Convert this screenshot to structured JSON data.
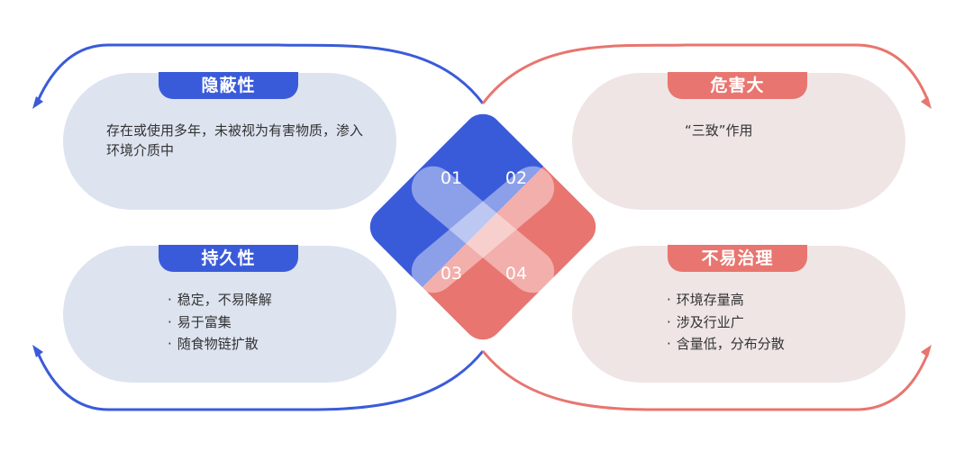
{
  "colors": {
    "blue": "#3a5bd9",
    "red": "#e8756f",
    "blue_light": "#dde3ef",
    "red_light": "#efe5e5"
  },
  "cards": [
    {
      "id": "tl",
      "title": "隐蔽性",
      "text": "存在或使用多年，未被视为有害物质，渗入环境介质中"
    },
    {
      "id": "tr",
      "title": "危害大",
      "text": "“三致”作用"
    },
    {
      "id": "bl",
      "title": "持久性",
      "bullets": [
        "稳定，不易降解",
        "易于富集",
        "随食物链扩散"
      ]
    },
    {
      "id": "br",
      "title": "不易治理",
      "bullets": [
        "环境存量高",
        "涉及行业广",
        "含量低，分布分散"
      ]
    }
  ],
  "numbers": [
    "01",
    "02",
    "03",
    "04"
  ]
}
